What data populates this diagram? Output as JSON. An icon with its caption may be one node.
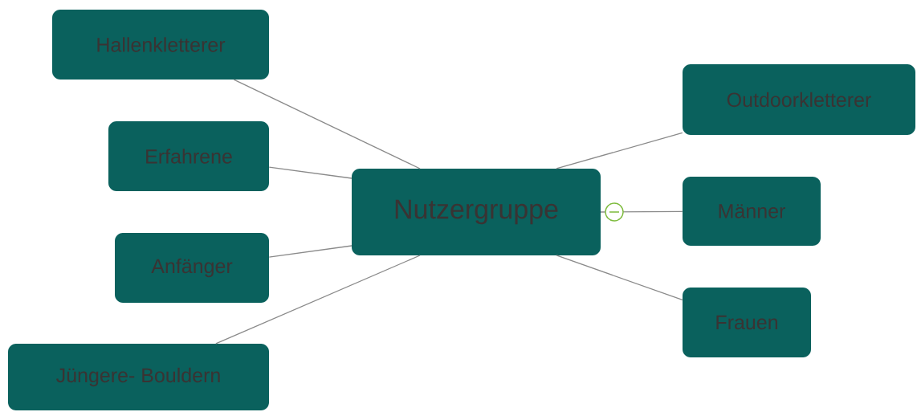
{
  "diagram": {
    "nodes": [
      {
        "text": [
          "Nutzergruppe"
        ]
      },
      {
        "text": [
          "Hallenkletterer"
        ]
      },
      {
        "text": [
          "Erfahrene"
        ]
      },
      {
        "text": [
          "Anfänger"
        ]
      },
      {
        "text": [
          "Jüngere- Bouldern"
        ]
      },
      {
        "text": [
          "Outdoorkletterer"
        ]
      },
      {
        "text": [
          "Männer"
        ]
      },
      {
        "text": [
          "Frauen"
        ]
      }
    ],
    "edges": [
      {
        "from": 0,
        "to": 1,
        "arrow": "none"
      },
      {
        "from": 0,
        "to": 2,
        "arrow": "none"
      },
      {
        "from": 0,
        "to": 3,
        "arrow": "none"
      },
      {
        "from": 0,
        "to": 4,
        "arrow": "none"
      },
      {
        "from": 0,
        "to": 5,
        "arrow": "none"
      },
      {
        "from": 0,
        "to": 6,
        "arrow": "none"
      },
      {
        "from": 0,
        "to": 7,
        "arrow": "none"
      }
    ]
  }
}
